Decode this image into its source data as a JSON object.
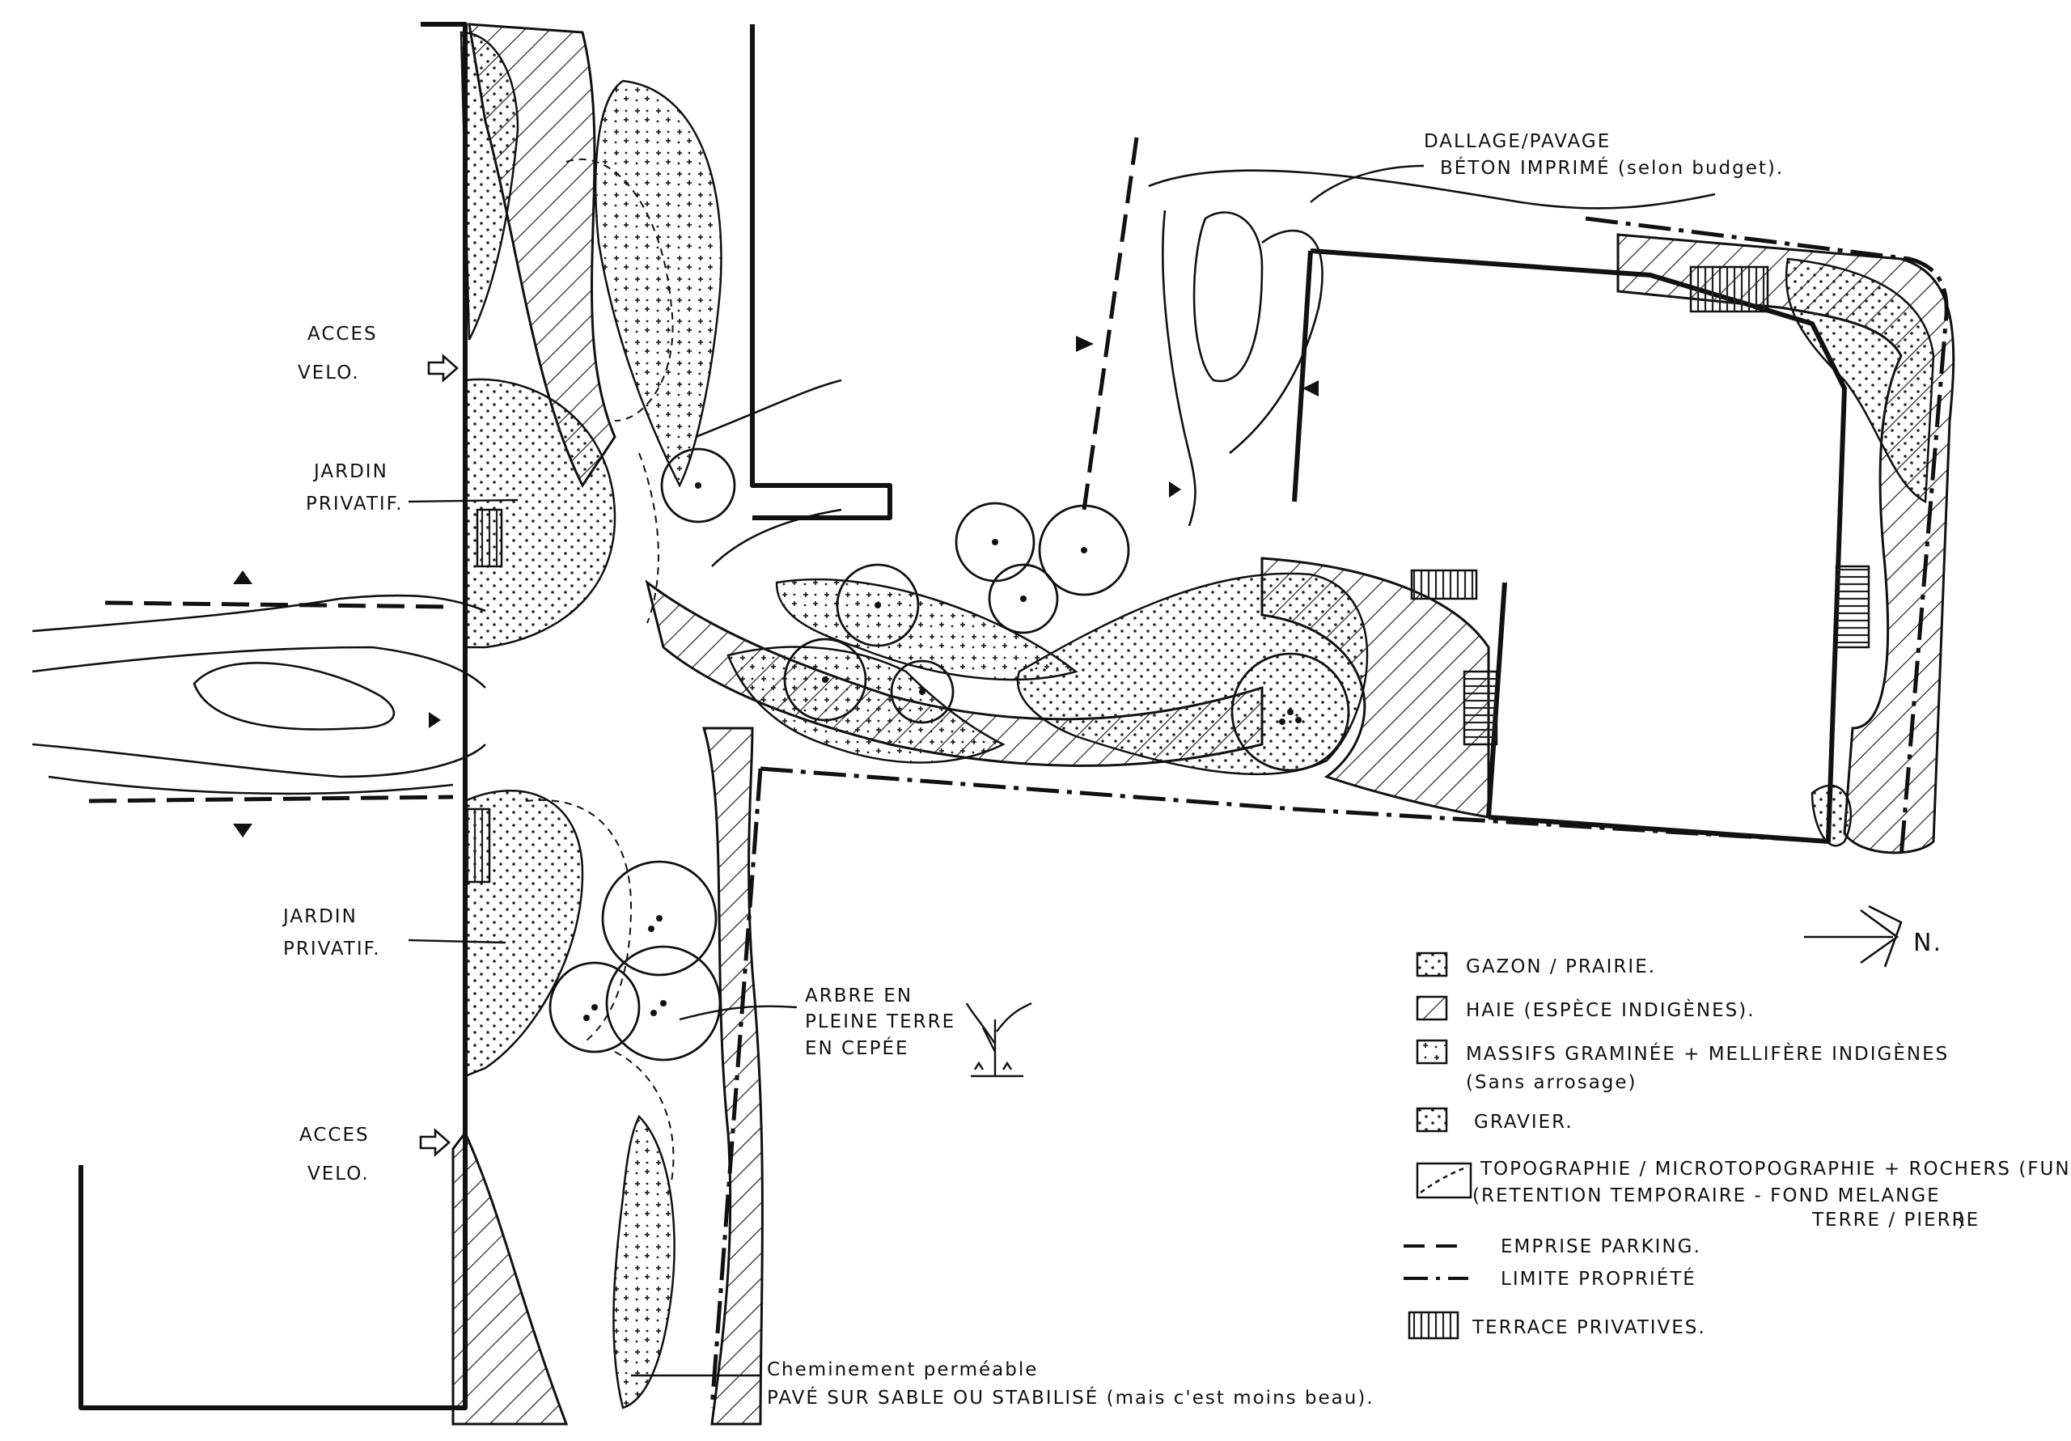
{
  "labels": {
    "dallage_1": "DALLAGE/PAVAGE",
    "dallage_2": "BÉTON IMPRIMÉ (selon budget).",
    "acces_velo_top_1": "ACCES",
    "acces_velo_top_2": "VELO.",
    "jardin_top_1": "JARDIN",
    "jardin_top_2": "PRIVATIF.",
    "jardin_bottom_1": "JARDIN",
    "jardin_bottom_2": "PRIVATIF.",
    "acces_velo_bottom_1": "ACCES",
    "acces_velo_bottom_2": "VELO.",
    "arbre_1": "ARBRE EN",
    "arbre_2": "PLEINE TERRE",
    "arbre_3": "EN CEPÉE",
    "cheminement_1": "Cheminement perméable",
    "cheminement_2": "PAVÉ SUR SABLE OU STABILISÉ (mais c'est moins beau).",
    "north": "N."
  },
  "legend": {
    "gazon": "GAZON / PRAIRIE.",
    "haie": "HAIE (ESPÈCE INDIGÈNES).",
    "massifs_1": "MASSIFS GRAMINÉE + MELLIFÈRE INDIGÈNES",
    "massifs_2": "(Sans arrosage)",
    "gravier": "GRAVIER.",
    "topo_1": "TOPOGRAPHIE / MICROTOPOGRAPHIE + ROCHERS (FUN).",
    "topo_2": "(RETENTION TEMPORAIRE - FOND MELANGE",
    "topo_3": "TERRE / PIERRE",
    "topo_4": ").",
    "emprise": "EMPRISE PARKING.",
    "limite": "LIMITE PROPRIÉTÉ",
    "terrace": "TERRACE PRIVATIVES."
  },
  "icons": [
    "tree-elevation-icon",
    "north-arrow-icon",
    "bike-access-arrow-icon"
  ]
}
